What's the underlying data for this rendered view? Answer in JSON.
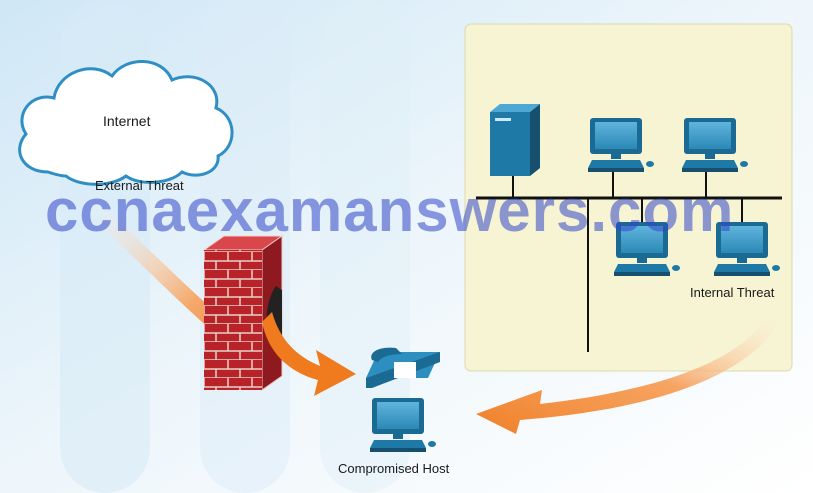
{
  "labels": {
    "internet": "Internet",
    "external_threat": "External Threat",
    "internal_threat": "Internal Threat",
    "compromised_host": "Compromised Host"
  },
  "watermark": "ccnaexamanswers.com",
  "colors": {
    "background": "#e8f3fb",
    "lan_panel": "#f6f4d2",
    "firewall_brick": "#b8232a",
    "threat_arrow": "#f07a1e",
    "device_blue": "#1f79a6"
  },
  "icons": [
    "cloud-icon",
    "firewall-icon",
    "server-icon",
    "workstation-icon",
    "ip-phone-icon"
  ]
}
